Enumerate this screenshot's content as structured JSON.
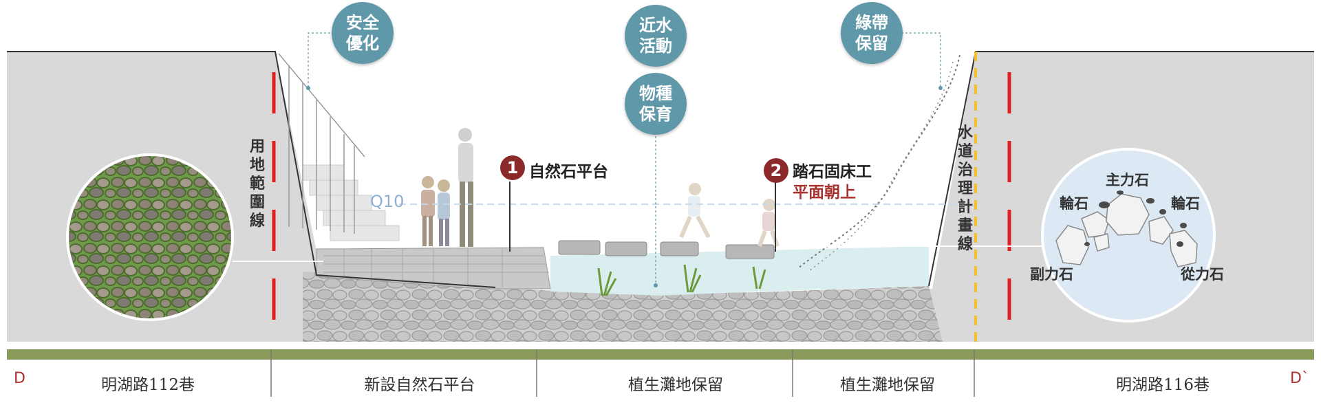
{
  "callouts": {
    "safety": "安全優化",
    "water_activity": "近水活動",
    "species": "物種保育",
    "greenbelt": "綠帶保留"
  },
  "vertical_labels": {
    "land_boundary": "用地範圍線",
    "channel_plan": "水道治理計畫線"
  },
  "features": [
    {
      "number": "1",
      "label": "自然石平台",
      "sublabel": ""
    },
    {
      "number": "2",
      "label": "踏石固床工",
      "sublabel": "平面朝上"
    }
  ],
  "water_level": "Q10",
  "stone_diagram": {
    "main": "主力石",
    "wheel_left": "輪石",
    "wheel_right": "輪石",
    "secondary": "副力石",
    "follow": "從力石"
  },
  "sections": [
    "明湖路112巷",
    "新設自然石平台",
    "植生灘地保留",
    "植生灘地保留",
    "明湖路116巷"
  ],
  "section_markers": {
    "start": "D",
    "end": "D`"
  },
  "colors": {
    "callout": "#5f98a8",
    "number_badge": "#8b2a2a",
    "red_text": "#a8322e",
    "boundary_line": "#e02020",
    "plan_line": "#f2c12e",
    "ground_bar": "#8a9a5b",
    "water": "#d8ecee"
  }
}
